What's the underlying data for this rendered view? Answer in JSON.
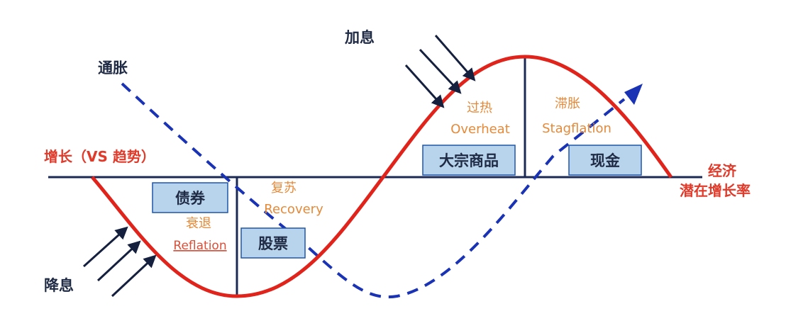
{
  "labels": {
    "rate_hike": "加息",
    "inflation": "通胀",
    "growth_vs_trend": "增长（VS 趋势）",
    "rate_cut": "降息",
    "economy_line1": "经济",
    "economy_line2": "潜在增长率"
  },
  "phases": {
    "reflation": {
      "cn": "衰退",
      "en": "Reflation"
    },
    "recovery": {
      "cn": "复苏",
      "en": "Recovery"
    },
    "overheat": {
      "cn": "过热",
      "en": "Overheat"
    },
    "stagflation": {
      "cn": "滞胀",
      "en": "Stagflation"
    }
  },
  "assets": {
    "bonds": "债券",
    "stocks": "股票",
    "commodities": "大宗商品",
    "cash": "现金"
  },
  "colors": {
    "growth_curve": "#e0231b",
    "inflation_curve": "#1a33b5",
    "axis": "#1b2a55",
    "box_fill": "#b8d4ec",
    "box_border": "#1f55a8",
    "arrow": "#15203e"
  }
}
